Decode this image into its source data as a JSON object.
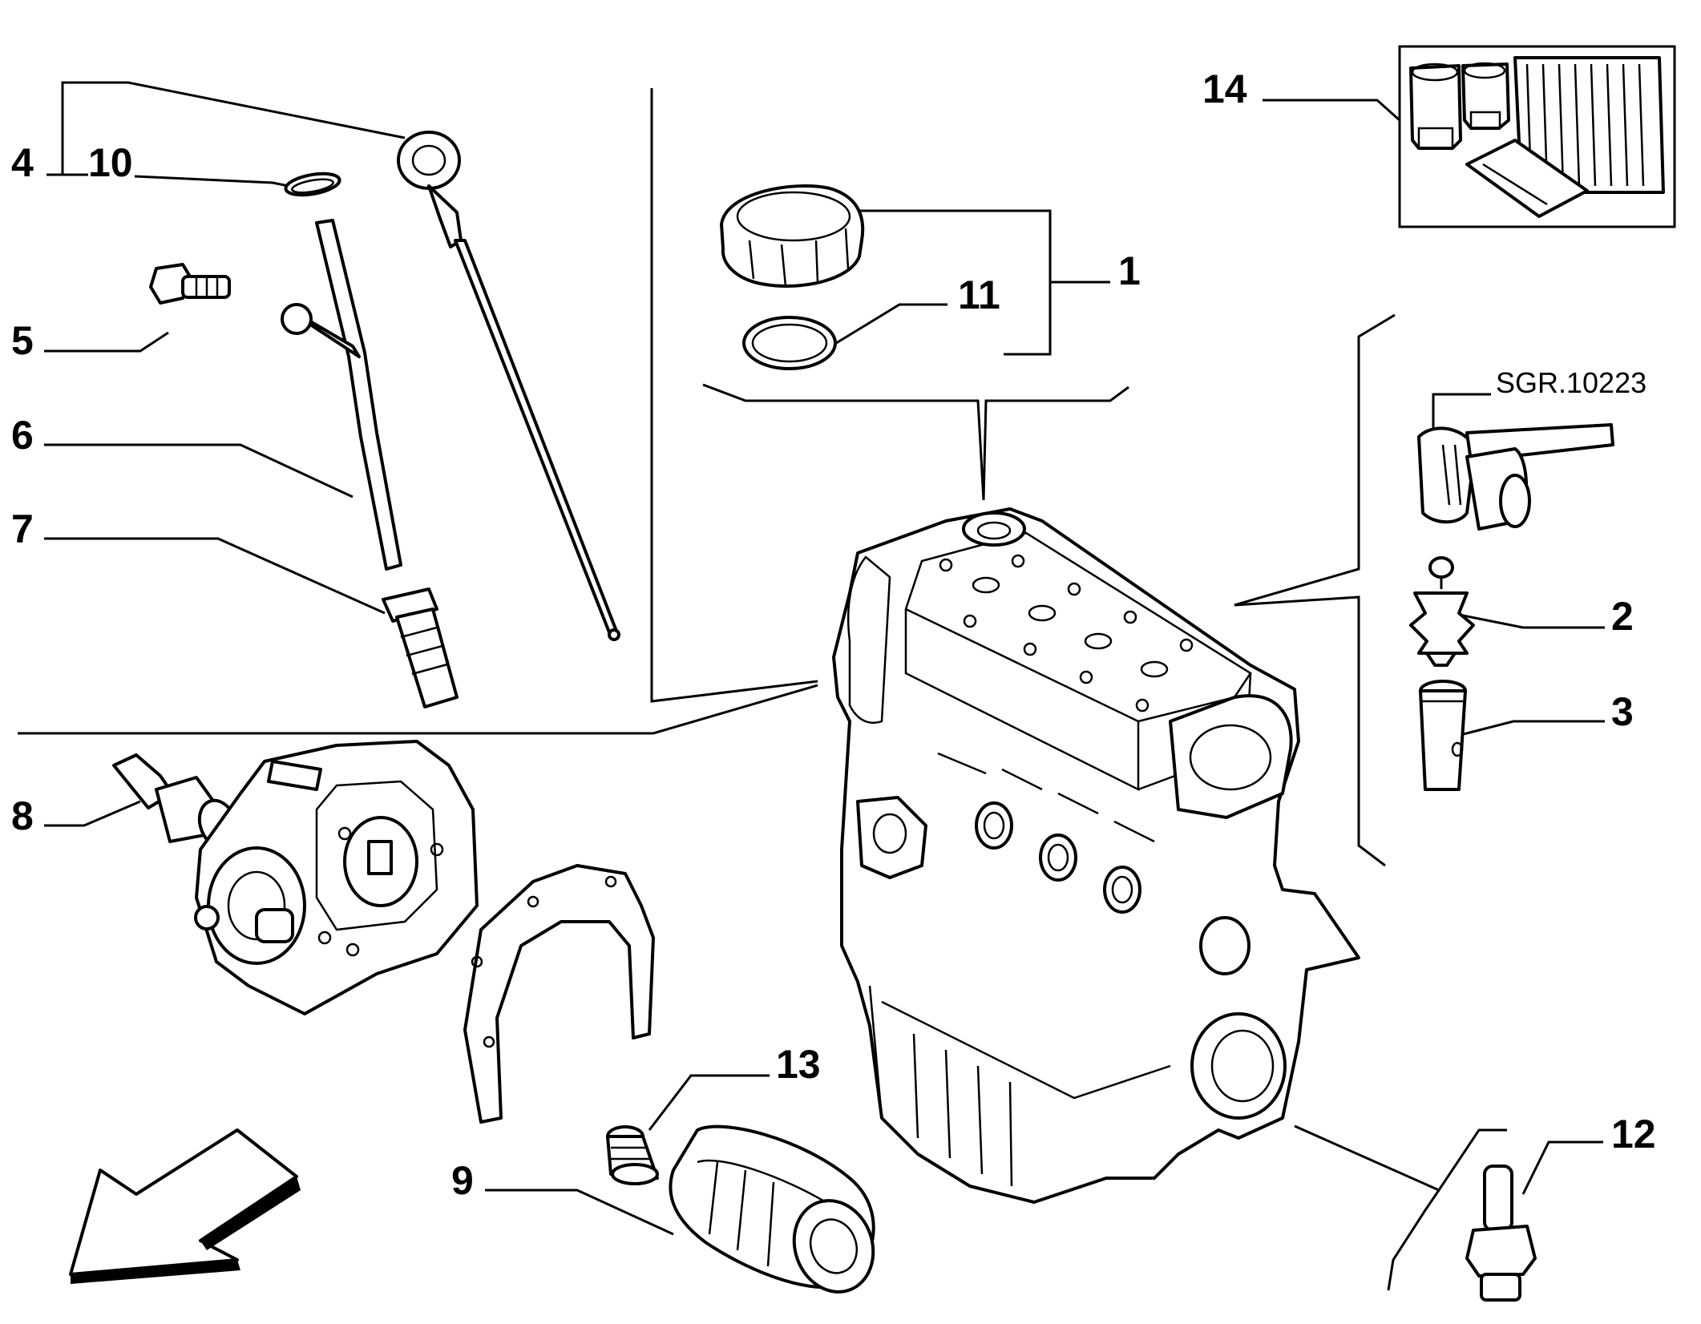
{
  "diagram": {
    "callouts": [
      "1",
      "2",
      "3",
      "4",
      "5",
      "6",
      "7",
      "8",
      "9",
      "10",
      "11",
      "12",
      "13",
      "14"
    ],
    "reference_code": "SGR.10223",
    "parts": {
      "oil_filler_cap": "oil-filler-cap",
      "cap_seal_ring": "cap-seal-ring",
      "dipstick": "oil-dipstick",
      "dipstick_tube": "dipstick-guide-tube",
      "tube_bolt": "bolt",
      "tube_grommet": "grommet",
      "oil_pressure_switch": "oil-pressure-switch",
      "oil_pump": "oil-pump",
      "oil_pump_gasket": "pump-gasket",
      "oil_filter": "oil-filter",
      "drain_plug": "drain-plug",
      "union": "union-fitting",
      "engine_block": "engine-assembly",
      "filter_kit": "filter-kit",
      "hose_connector": "breather-connector",
      "spring_valve": "valve-spring-part",
      "sleeve": "sleeve"
    }
  }
}
